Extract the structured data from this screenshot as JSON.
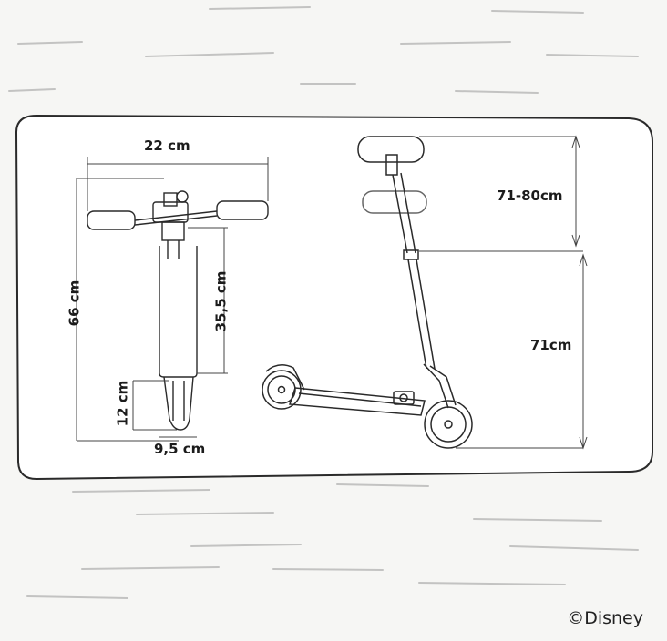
{
  "dimensions": {
    "handlebar_width": "22 cm",
    "total_length": "66 cm",
    "deck_length": "35,5 cm",
    "wheel_section": "12 cm",
    "deck_width": "9,5 cm",
    "handle_adjust": "71-80cm",
    "base_height": "71cm"
  },
  "brand": {
    "copyright": "©Disney"
  },
  "colors": {
    "line": "#2a2a2a",
    "background": "#f6f6f4",
    "panel": "#ffffff"
  }
}
